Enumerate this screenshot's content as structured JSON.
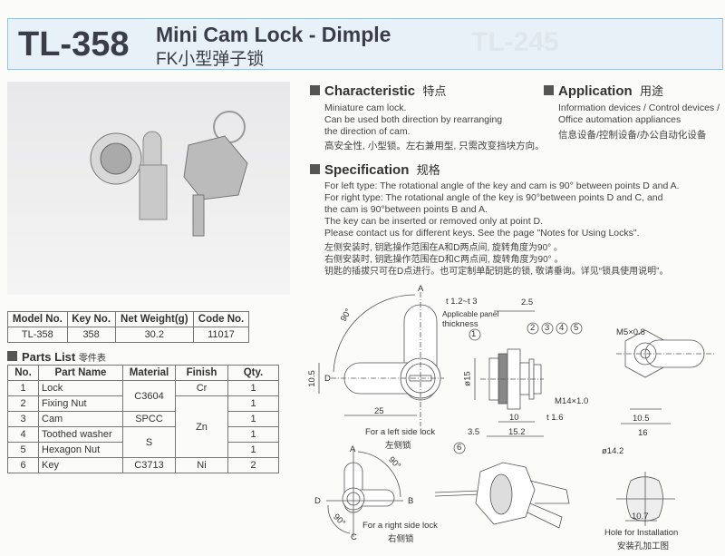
{
  "header": {
    "model": "TL-358",
    "title": "Mini Cam Lock - Dimple",
    "subtitle": "FK小型弹子锁",
    "ghost": "TL-245"
  },
  "spec_table": {
    "headers": [
      "Model No.",
      "Key No.",
      "Net Weight(g)",
      "Code No."
    ],
    "row": [
      "TL-358",
      "358",
      "30.2",
      "11017"
    ]
  },
  "parts": {
    "title": "Parts List",
    "title_cn": "零件表",
    "headers": [
      "No.",
      "Part Name",
      "Material",
      "Finish",
      "Qty."
    ],
    "rows": [
      [
        "1",
        "Lock",
        "C3604",
        "Cr",
        "1"
      ],
      [
        "2",
        "Fixing Nut",
        "",
        "Zn",
        "1"
      ],
      [
        "3",
        "Cam",
        "SPCC",
        "",
        "1"
      ],
      [
        "4",
        "Toothed washer",
        "S",
        "",
        "1"
      ],
      [
        "5",
        "Hexagon Nut",
        "",
        "",
        "1"
      ],
      [
        "6",
        "Key",
        "C3713",
        "Ni",
        "2"
      ]
    ]
  },
  "characteristic": {
    "title": "Characteristic",
    "title_cn": "特点",
    "lines": [
      "Miniature cam lock.",
      "Can be used both direction by rearranging",
      "the direction of cam."
    ],
    "cn": "高安全性, 小型锁。左右兼用型, 只需改变挡块方向。"
  },
  "application": {
    "title": "Application",
    "title_cn": "用途",
    "lines": [
      "Information devices / Control devices /",
      "Office automation appliances"
    ],
    "cn": "信息设备/控制设备/办公自动化设备"
  },
  "specification": {
    "title": "Specification",
    "title_cn": "规格",
    "lines": [
      "For left type: The rotational angle of the key and cam is 90° between points D and A.",
      "For right type: The rotational angle of the key is 90°between points D and C, and",
      "the cam is 90°between points B and A.",
      "The key can be inserted or removed only at point D.",
      "Please contact us for different keys. See the page \"Notes for Using Locks\"."
    ],
    "cn": [
      "左侧安装时, 钥匙操作范围在A和D两点间, 旋转角度为90° 。",
      "右侧安装时, 钥匙操作范围在D和C两点间, 旋转角度为90° 。",
      "钥匙的插拔只可在D点进行。也可定制单配钥匙的锁, 敬请垂询。详见“锁具使用说明”。"
    ]
  },
  "drawing": {
    "a": "A",
    "b": "B",
    "c": "C",
    "d": "D",
    "deg": "90°",
    "h": "10.5",
    "len": "25",
    "left_lock": "For a left side lock",
    "left_lock_cn": "左侧锁",
    "right_lock": "For a right side lock",
    "right_lock_cn": "右侧锁",
    "panel": "t 1.2~t 3",
    "panel_note1": "Applicable panel",
    "panel_note2": "thickness",
    "d25": "2.5",
    "dia15": "ø15",
    "thread": "M14×1.0",
    "d10": "10",
    "t16": "t 1.6",
    "d35": "3.5",
    "d152": "15.2",
    "n1": "1",
    "n2": "2",
    "n3": "3",
    "n4": "4",
    "n5": "5",
    "n6": "6",
    "m5": "M5×0.8",
    "w105": "10.5",
    "w16": "16",
    "dia142": "ø14.2",
    "d107": "10.7",
    "hole": "Hole for Installation",
    "hole_cn": "安装孔加工图"
  }
}
